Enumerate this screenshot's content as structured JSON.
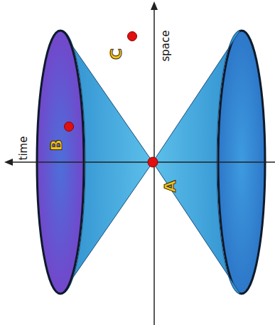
{
  "diagram": {
    "labels": [
      "time",
      "space",
      "A",
      "B",
      "C"
    ]
  }
}
